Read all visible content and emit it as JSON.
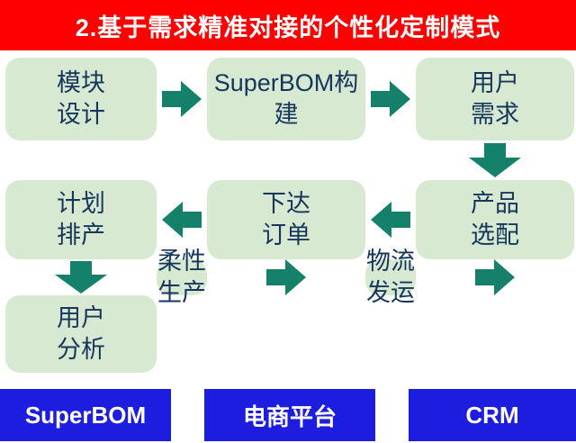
{
  "header": {
    "title": "2.基于需求精准对接的个性化定制模式"
  },
  "colors": {
    "header_bg": "#fe0000",
    "header_text": "#ffffff",
    "box_fill": "#d7e9d1",
    "box_text": "#17365d",
    "arrow": "#15816a",
    "footer_bg": "#1d1de0",
    "footer_text": "#ffffff"
  },
  "flowchart": {
    "rows": [
      {
        "direction": "right",
        "boxes": [
          "模块\n设计",
          "SuperBOM构\n建",
          "用户\n需求"
        ]
      },
      {
        "direction": "left",
        "boxes": [
          "计划\n排产",
          "下达\n订单",
          "产品\n选配"
        ]
      },
      {
        "direction": "right",
        "boxes": [
          "柔性\n生产",
          "物流\n发运",
          "用户\n分析"
        ]
      }
    ]
  },
  "footer": {
    "labels": [
      "SuperBOM",
      "电商平台",
      "CRM"
    ]
  }
}
